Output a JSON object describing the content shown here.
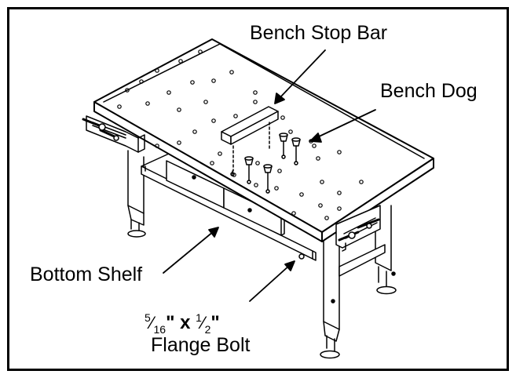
{
  "labels": {
    "bench_stop_bar": "Bench Stop Bar",
    "bench_dog": "Bench Dog",
    "bottom_shelf": "Bottom Shelf",
    "bolt_size_a_num": "5",
    "bolt_size_a_den": "16",
    "bolt_size_mid": "\" x ",
    "bolt_size_b_num": "1",
    "bolt_size_b_den": "2",
    "bolt_size_end": "\"",
    "flange_bolt": "Flange Bolt"
  },
  "colors": {
    "line": "#000000",
    "background": "#ffffff"
  }
}
